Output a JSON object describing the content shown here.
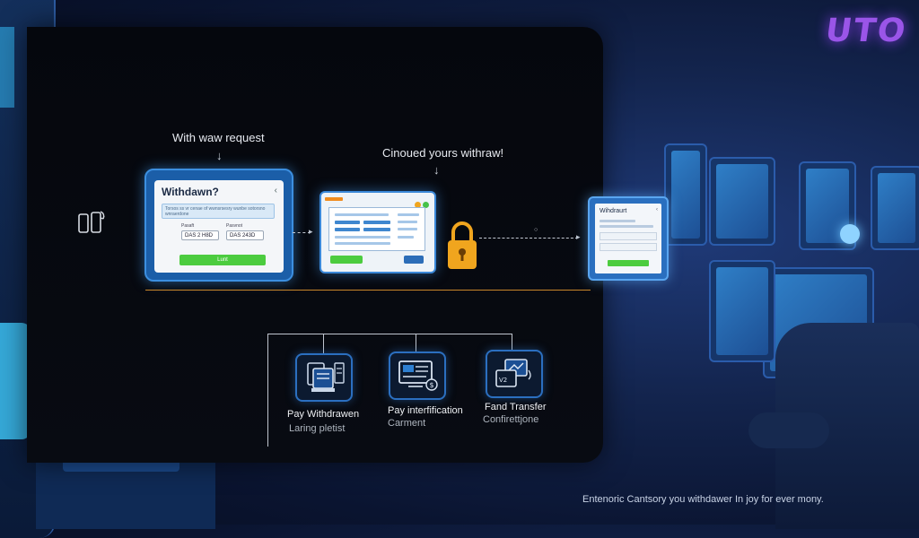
{
  "brand_sign": "UTO",
  "flow": {
    "step1_caption": "With waw request",
    "step2_caption": "Cinoued yours withraw!",
    "arrow_glyph": "↓",
    "withdraw_card": {
      "title": "Withdawn?",
      "close": "‹",
      "notice_text": "Torsos ss vr cenae of wwnsrsesry wunbe sotorsno wnraerdone",
      "label_left": "Pasaft",
      "label_right": "Pasvnot",
      "field_left": "DAS 2 H8D",
      "field_right": "DAS 243D",
      "button_label": "Lunt"
    },
    "result_card": {
      "title": "Wihdraurt",
      "close": "‹"
    }
  },
  "options": [
    {
      "title": "Pay Withdrawen",
      "subtitle": "Laring pletist",
      "icon": "document-stack-icon"
    },
    {
      "title": "Pay interfification",
      "subtitle": "Carment",
      "icon": "monitor-payment-icon"
    },
    {
      "title": "Fand Transfer",
      "subtitle": "Confirettjone",
      "icon": "transfer-screens-icon"
    }
  ],
  "footer": "Entenoric Cantsory you withdawer In joy for ever mony.",
  "colors": {
    "panel_bg": "#06080e",
    "accent_blue": "#3c8fe0",
    "accent_green": "#4ccc3f",
    "lock_orange": "#f0a51e",
    "divider_orange": "#c8862a",
    "brand_purple": "#9a55e8"
  }
}
